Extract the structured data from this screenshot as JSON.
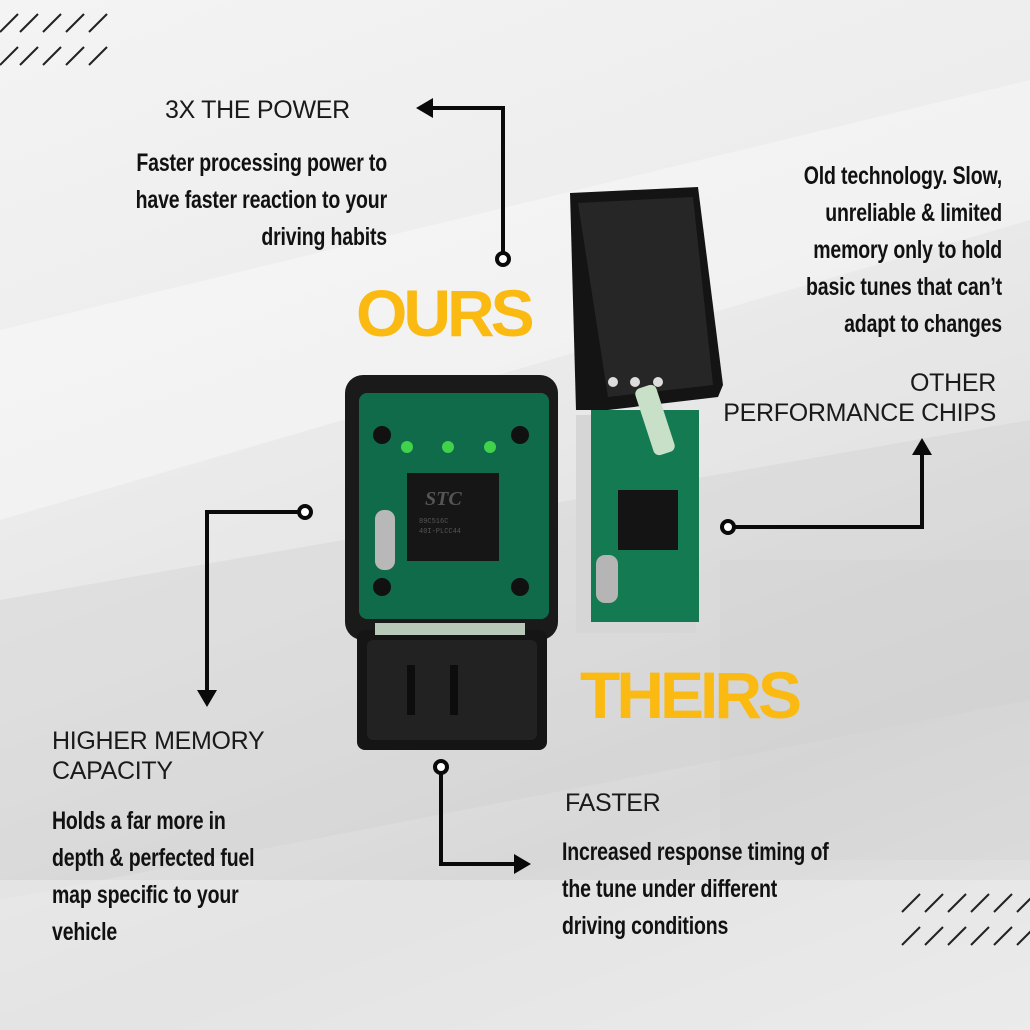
{
  "colors": {
    "accent": "#fbba12",
    "text": "#111111",
    "background": "#e8e8e8"
  },
  "headlines": {
    "ours": "OURS",
    "theirs": "THEIRS"
  },
  "callouts": {
    "power": {
      "label": "3X THE POWER",
      "lines": [
        "Faster processing power to",
        "have faster reaction to your",
        "driving habits"
      ]
    },
    "other": {
      "lines": [
        "Old technology. Slow,",
        "unreliable & limited",
        "memory only to hold",
        "basic tunes that can’t",
        "adapt to changes"
      ],
      "label_lines": [
        "OTHER",
        "PERFORMANCE CHIPS"
      ]
    },
    "memory": {
      "label_lines": [
        "HIGHER MEMORY",
        "CAPACITY"
      ],
      "lines": [
        "Holds a far more in",
        "depth & perfected fuel",
        "map specific to your",
        "vehicle"
      ]
    },
    "faster": {
      "label": "FASTER",
      "lines": [
        "Increased response timing of",
        "the tune under different",
        "driving conditions"
      ]
    }
  },
  "product_images": {
    "ours": {
      "chip_text": [
        "STC",
        "89C516C",
        "40I-PLCC44"
      ]
    },
    "theirs": {}
  }
}
